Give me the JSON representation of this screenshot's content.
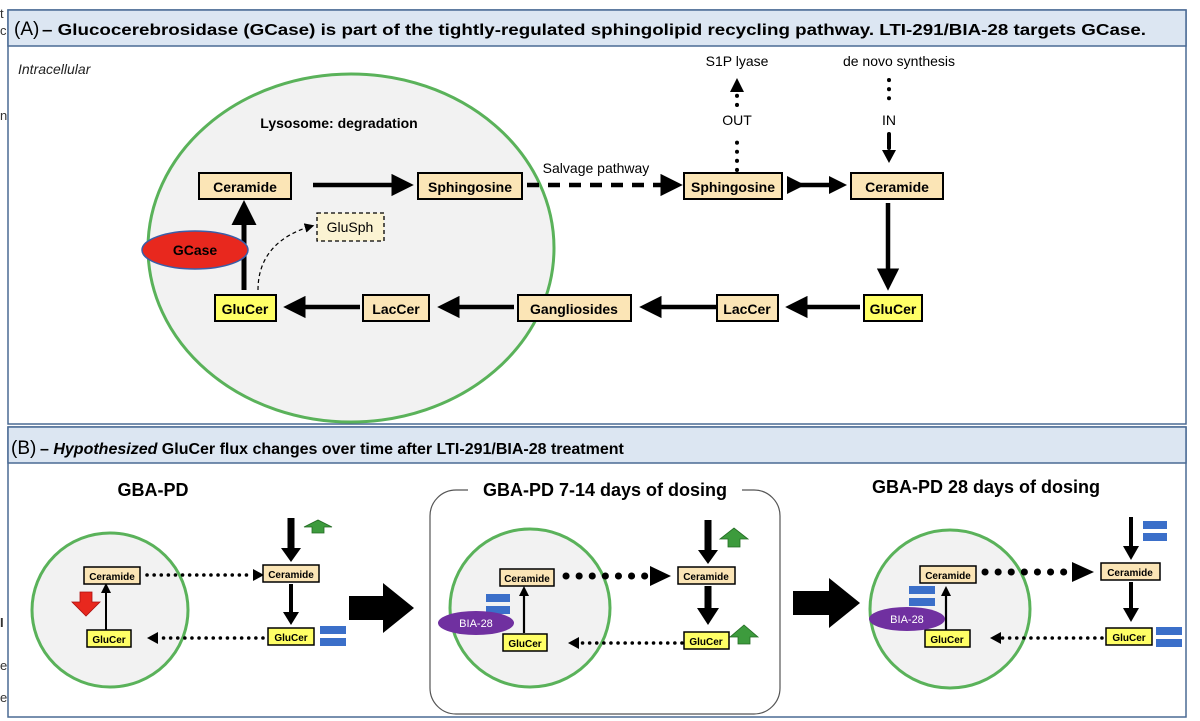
{
  "colors": {
    "header_bg": "#dce6f2",
    "panel_border": "#4a6a94",
    "cell_fill": "#f2f2f2",
    "cell_border": "#5ab25a",
    "box_tan": "#fbe5b6",
    "box_yellow": "#ffff66",
    "gcase_red": "#e8281e",
    "arrow_green": "#3d9b3d",
    "arrow_red": "#e8281e",
    "bar_blue": "#3b6fc9",
    "bia_purple": "#7030a0"
  },
  "edge_texts": [
    "t",
    "c",
    "n",
    "I",
    "e",
    "e"
  ],
  "panel_a": {
    "tag": "(A)",
    "title": " – Glucocerebrosidase (GCase) is part of the tightly-regulated sphingolipid recycling pathway. LTI-291/BIA-28 targets GCase.",
    "intracellular": "Intracellular",
    "lysosome_label": "Lysosome: degradation",
    "salvage_label": "Salvage pathway",
    "s1p_label": "S1P lyase",
    "denovo_label": "de novo synthesis",
    "out_label": "OUT",
    "in_label": "IN",
    "gcase_label": "GCase",
    "boxes": {
      "ceramide_lys": "Ceramide",
      "sphingosine_lys": "Sphingosine",
      "gluSph": "GluSph",
      "glucer_lys": "GluCer",
      "laccer_lys": "LacCer",
      "gangliosides": "Gangliosides",
      "laccer_out": "LacCer",
      "glucer_out": "GluCer",
      "sphingosine_out": "Sphingosine",
      "ceramide_out": "Ceramide"
    }
  },
  "panel_b": {
    "tag": "(B)",
    "title_dash": " – ",
    "title_italic": "Hypothesized",
    "title_rest": " GluCer flux changes over time after LTI-291/BIA-28 treatment",
    "stages": [
      {
        "title": "GBA-PD",
        "cer_in": "Ceramide",
        "glu_in": "GluCer",
        "cer_out": "Ceramide",
        "glu_out": "GluCer"
      },
      {
        "title": "GBA-PD 7-14 days of dosing",
        "cer_in": "Ceramide",
        "glu_in": "GluCer",
        "cer_out": "Ceramide",
        "glu_out": "GluCer",
        "bia": "BIA-28"
      },
      {
        "title": "GBA-PD 28 days of dosing",
        "cer_in": "Ceramide",
        "glu_in": "GluCer",
        "cer_out": "Ceramide",
        "glu_out": "GluCer",
        "bia": "BIA-28"
      }
    ]
  }
}
